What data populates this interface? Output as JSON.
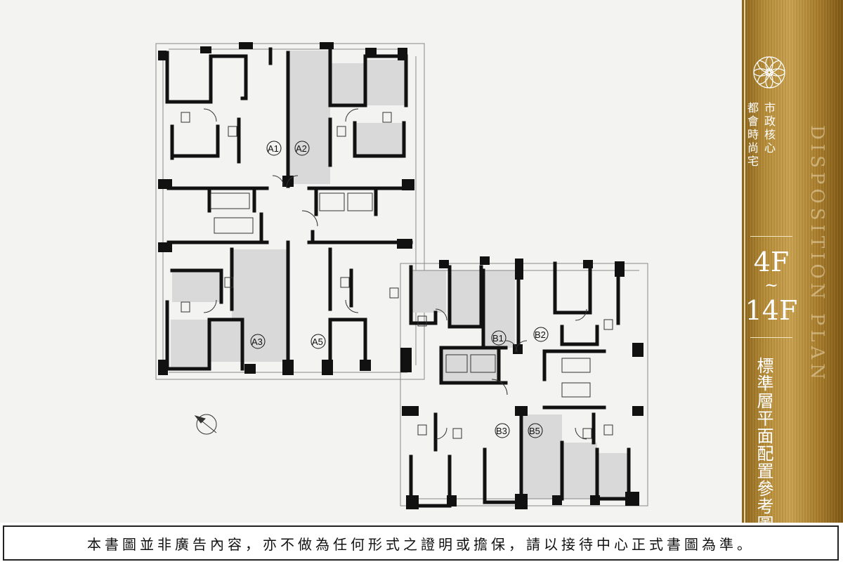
{
  "plan": {
    "units_a": [
      "A1",
      "A2",
      "A3",
      "A5"
    ],
    "units_b": [
      "B1",
      "B2",
      "B3",
      "B5"
    ]
  },
  "panel": {
    "emblem_icon": "flower-mandala-icon",
    "slogan_line_1": "市政核心",
    "slogan_line_2": "都會時尚宅",
    "floor_from": "4F",
    "floor_separator": "~",
    "floor_to": "14F",
    "title": "標準層平面配置參考圖",
    "english_watermark": "DISPOSITION PLAN"
  },
  "disclaimer": "本書圖並非廣告內容，亦不做為任何形式之證明或擔保，請以接待中心正式書圖為準。",
  "colors": {
    "background": "#f3f3f2",
    "wall": "#111111",
    "shaded_room": "#d9d9d9",
    "gold_panel": "#b58a36"
  }
}
